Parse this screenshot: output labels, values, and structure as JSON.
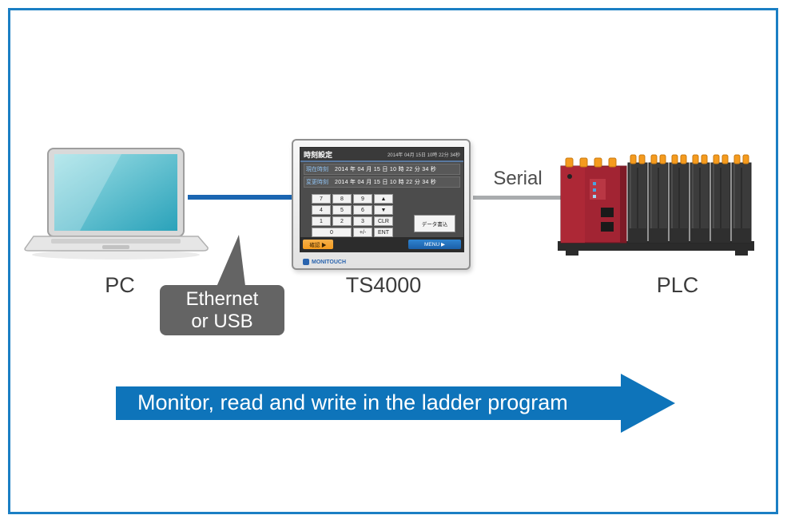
{
  "colors": {
    "frame_blue": "#1b7fc4",
    "arrow_blue": "#0e74ba",
    "line_blue": "#1b66b2",
    "line_gray": "#a9acae",
    "bubble_gray": "#646464",
    "plc_red": "#a22433",
    "plc_orange": "#f59b1e",
    "screen_cyan_top": "#9fe0e6",
    "screen_cyan_bottom": "#2aa2ba"
  },
  "nodes": {
    "pc_label": "PC",
    "hmi_label": "TS4000",
    "plc_label": "PLC",
    "serial_label": "Serial"
  },
  "bubble": {
    "line1": "Ethernet",
    "line2": "or USB"
  },
  "banner": {
    "text": "Monitor, read and write in the ladder program"
  },
  "hmi_screen": {
    "title": "時刻設定",
    "datetime": "2014年 04月 15日 10時 22分 34秒",
    "rows": [
      {
        "label": "現在時刻",
        "value": "2014 年 04 月 15 日  10 時 22 分 34 秒"
      },
      {
        "label": "変更時刻",
        "value": "2014 年 04 月 15 日  10 時 22 分 34 秒"
      }
    ],
    "keys": [
      "7",
      "8",
      "9",
      "▲",
      "4",
      "5",
      "6",
      "▼",
      "1",
      "2",
      "3",
      "CLR",
      "0",
      "+/-",
      "ENT"
    ],
    "write_button": "データ書込",
    "confirm_button": "確認 ▶",
    "menu_button": "MENU ▶",
    "logo": "MONITOUCH"
  }
}
